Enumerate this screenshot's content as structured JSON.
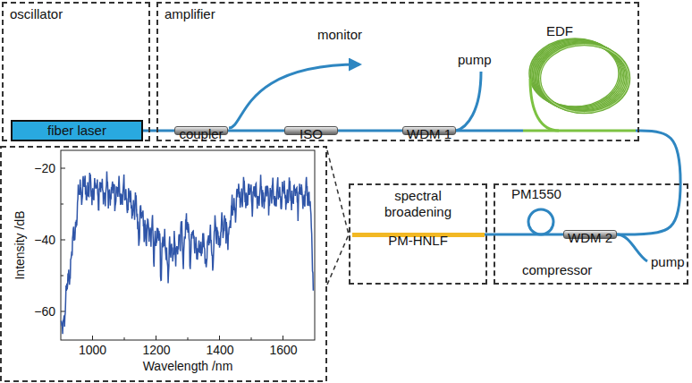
{
  "diagram": {
    "nodes": [
      {
        "text": [
          "oscillator"
        ]
      },
      {
        "text": [
          "fiber laser"
        ],
        "in": 0
      },
      {
        "text": [
          "amplifier"
        ]
      },
      {
        "text": [
          "coupler"
        ],
        "in": 2
      },
      {
        "text": [
          "ISO"
        ],
        "in": 2
      },
      {
        "text": [
          "WDM 1"
        ],
        "in": 2
      },
      {
        "text": [
          "EDF"
        ],
        "in": 2
      },
      {
        "text": [
          "spectral broadening"
        ]
      },
      {
        "text": [
          "PM-HNLF"
        ],
        "in": 7
      },
      {
        "text": [
          "compressor"
        ]
      },
      {
        "text": [
          "WDM 2"
        ],
        "in": 9
      }
    ],
    "edges": [
      {
        "from": 1,
        "to": 3,
        "arrow": "none"
      },
      {
        "from": 3,
        "to": 4,
        "arrow": "none"
      },
      {
        "from": 4,
        "to": 5,
        "arrow": "none"
      },
      {
        "from": 5,
        "to": 6,
        "arrow": "none"
      },
      {
        "from": 6,
        "to": 10,
        "arrow": "none"
      },
      {
        "from": 10,
        "to": 8,
        "arrow": "none"
      }
    ],
    "labels": [
      "monitor",
      "pump",
      "pump",
      "PM1550",
      "−20",
      "−40",
      "−60",
      "1000",
      "1200",
      "1400",
      "1600",
      "Intensity /dB",
      "Wavelength /nm"
    ]
  }
}
